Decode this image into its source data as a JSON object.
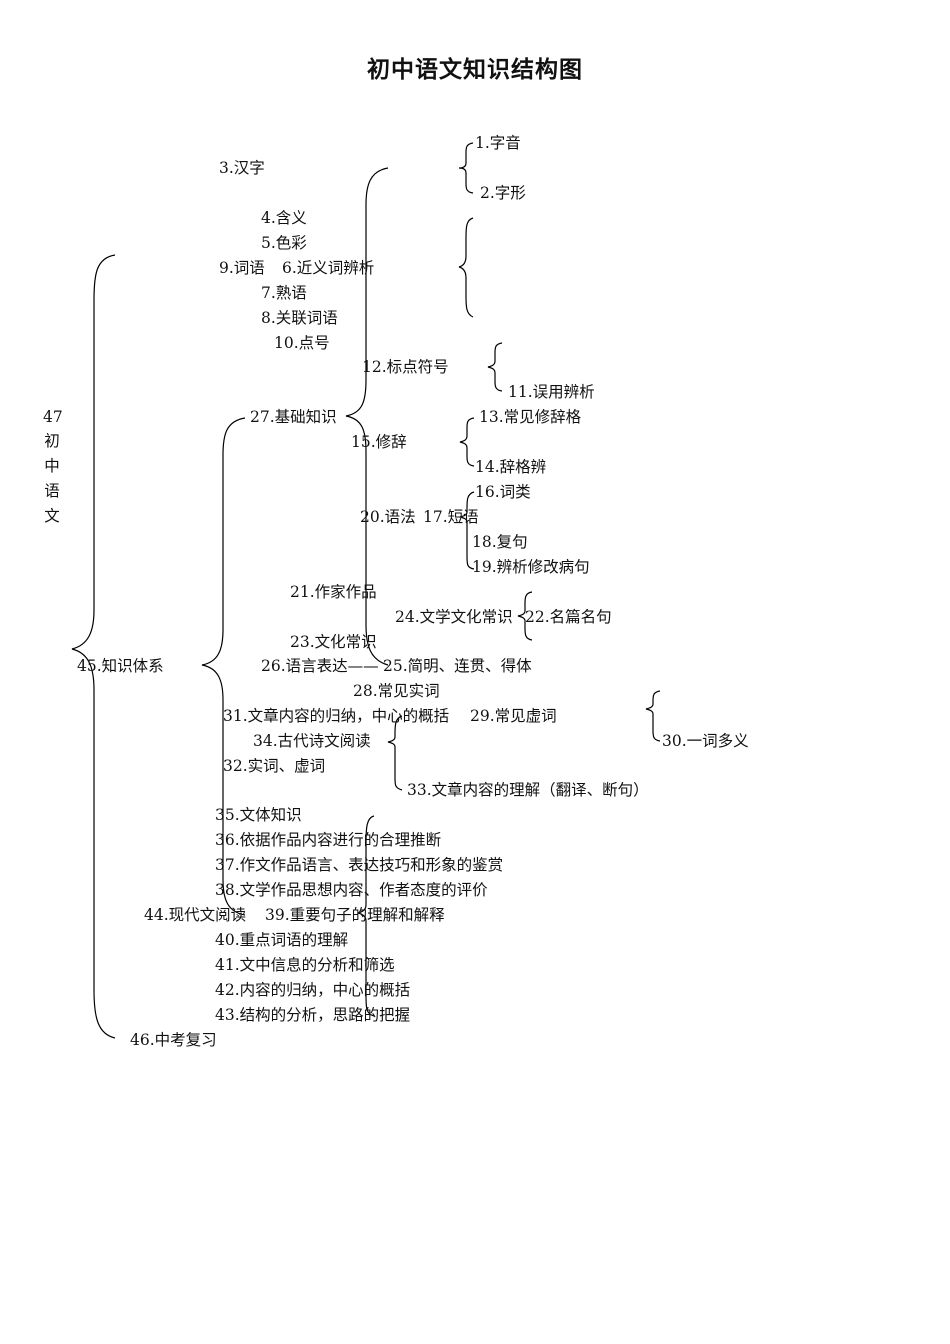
{
  "title": "初中语文知识结构图",
  "nodes": {
    "n1": "1.字音",
    "n2": "2.字形",
    "n3": "3.汉字",
    "n4": "4.含义",
    "n5": "5.色彩",
    "n9": "9.词语",
    "n6": "6.近义词辨析",
    "n7": "7.熟语",
    "n8": "8.关联词语",
    "n10": "10.点号",
    "n12": "12.标点符号",
    "n11": "11.误用辨析",
    "n47": "47",
    "n47c": [
      "初",
      "中",
      "语",
      "文"
    ],
    "n27": "27.基础知识",
    "n13": "13.常见修辞格",
    "n15": "15.修辞",
    "n14": "14.辞格辨",
    "n16": "16.词类",
    "n20": "20.语法",
    "n17": "17.短语",
    "n18": "18.复句",
    "n19": "19.辨析修改病句",
    "n21": "21.作家作品",
    "n24": "24.文学文化常识",
    "n22": "22.名篇名句",
    "n23": "23.文化常识",
    "n45": "45.知识体系",
    "n26": "26.语言表达——",
    "n25": "25.简明、连贯、得体",
    "n28": "28.常见实词",
    "n31": "31.文章内容的归纳，中心的概括",
    "n29": "29.常见虚词",
    "n34": "34.古代诗文阅读",
    "n30": "30.一词多义",
    "n32": "32.实词、虚词",
    "n33": "33.文章内容的理解（翻译、断句）",
    "n35": "35.文体知识",
    "n36": "36.依据作品内容进行的合理推断",
    "n37": "37.作文作品语言、表达技巧和形象的鉴赏",
    "n38": "38.文学作品思想内容、作者态度的评价",
    "n44": "44.现代文阅读",
    "n39": "39.重要句子的理解和解释",
    "n40": "40.重点词语的理解",
    "n41": "41.文中信息的分析和筛选",
    "n42": "42.内容的归纳，中心的概括",
    "n43": "43.结构的分析，思路的把握",
    "n46": "46.中考复习"
  }
}
